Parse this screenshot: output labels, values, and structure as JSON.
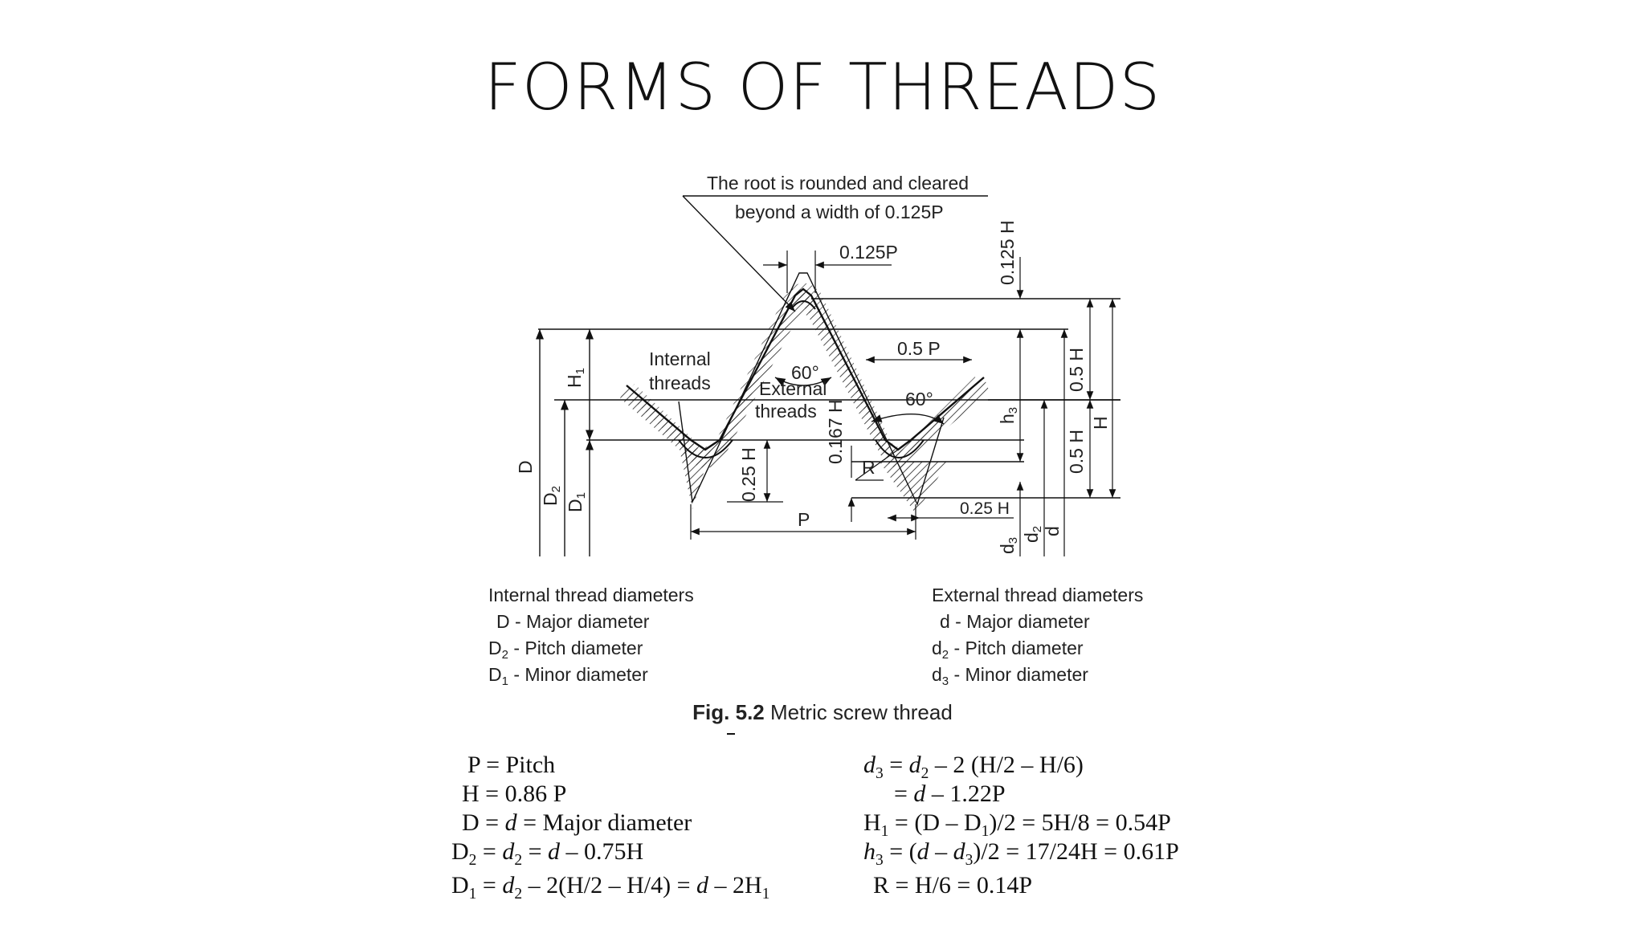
{
  "title": "FORMS OF THREADS",
  "diagram": {
    "root_note_line1": "The root is rounded and cleared",
    "root_note_line2": "beyond a width of 0.125P",
    "internal_label_1": "Internal",
    "internal_label_2": "threads",
    "external_label_1": "External",
    "external_label_2": "threads",
    "angle_left": "60°",
    "angle_right": "60°",
    "dim_0125P": "0.125P",
    "dim_05P": "0.5 P",
    "dim_P": "P",
    "dim_025H_left": "0.25 H",
    "dim_025H_right": "0.25 H",
    "dim_0167H": "0.167 H",
    "dim_0125H": "0.125 H",
    "dim_05H_top": "0.5 H",
    "dim_05H_bottom": "0.5 H",
    "dim_H": "H",
    "dim_h3": "h",
    "dim_h3_sub": "3",
    "dim_H1": "H",
    "dim_H1_sub": "1",
    "dim_R": "R",
    "dim_D": "D",
    "dim_D2": "D",
    "dim_D2_sub": "2",
    "dim_D1": "D",
    "dim_D1_sub": "1",
    "dim_d3": "d",
    "dim_d3_sub": "3",
    "dim_d2": "d",
    "dim_d2_sub": "2",
    "dim_d": "d"
  },
  "legend_internal": {
    "heading": "Internal thread diameters",
    "l1": "D - Major diameter",
    "l2_sym": "D",
    "l2_sub": "2",
    "l2_text": " - Pitch diameter",
    "l3_sym": "D",
    "l3_sub": "1",
    "l3_text": " - Minor diameter"
  },
  "legend_external": {
    "heading": "External thread diameters",
    "l1": "d - Major diameter",
    "l2_sym": "d",
    "l2_sub": "2",
    "l2_text": " - Pitch diameter",
    "l3_sym": "d",
    "l3_sub": "3",
    "l3_text": " - Minor diameter"
  },
  "caption": {
    "bold": "Fig. 5.2",
    "text": " Metric screw thread"
  },
  "formulas_left": {
    "f1": "P = Pitch",
    "f2": "H = 0.86 P",
    "f3a": "D = ",
    "f3b": "d",
    "f3c": " = Major diameter",
    "f4a": "D",
    "f4b": "2",
    "f4c": " = ",
    "f4d": "d",
    "f4e": "2",
    "f4f": " = ",
    "f4g": "d",
    "f4h": " – 0.75H",
    "f5a": "D",
    "f5b": "1",
    "f5c": " = ",
    "f5d": "d",
    "f5e": "2",
    "f5f": " – 2(H/2 – H/4) = ",
    "f5g": "d",
    "f5h": " – 2H",
    "f5i": "1"
  },
  "formulas_right": {
    "f1a": "d",
    "f1b": "3",
    "f1c": " = ",
    "f1d": "d",
    "f1e": "2",
    "f1f": " – 2 (H/2 – H/6)",
    "f2a": "= ",
    "f2b": "d",
    "f2c": " – 1.22P",
    "f3a": "H",
    "f3b": "1",
    "f3c": " = (D – D",
    "f3d": "1",
    "f3e": ")/2 = 5H/8 = 0.54P",
    "f4a": "h",
    "f4b": "3",
    "f4c": " = (",
    "f4d": "d",
    "f4e": " – ",
    "f4f": "d",
    "f4g": "3",
    "f4h": ")/2 = 17/24H = 0.61P",
    "f5": "R = H/6 = 0.14P"
  }
}
